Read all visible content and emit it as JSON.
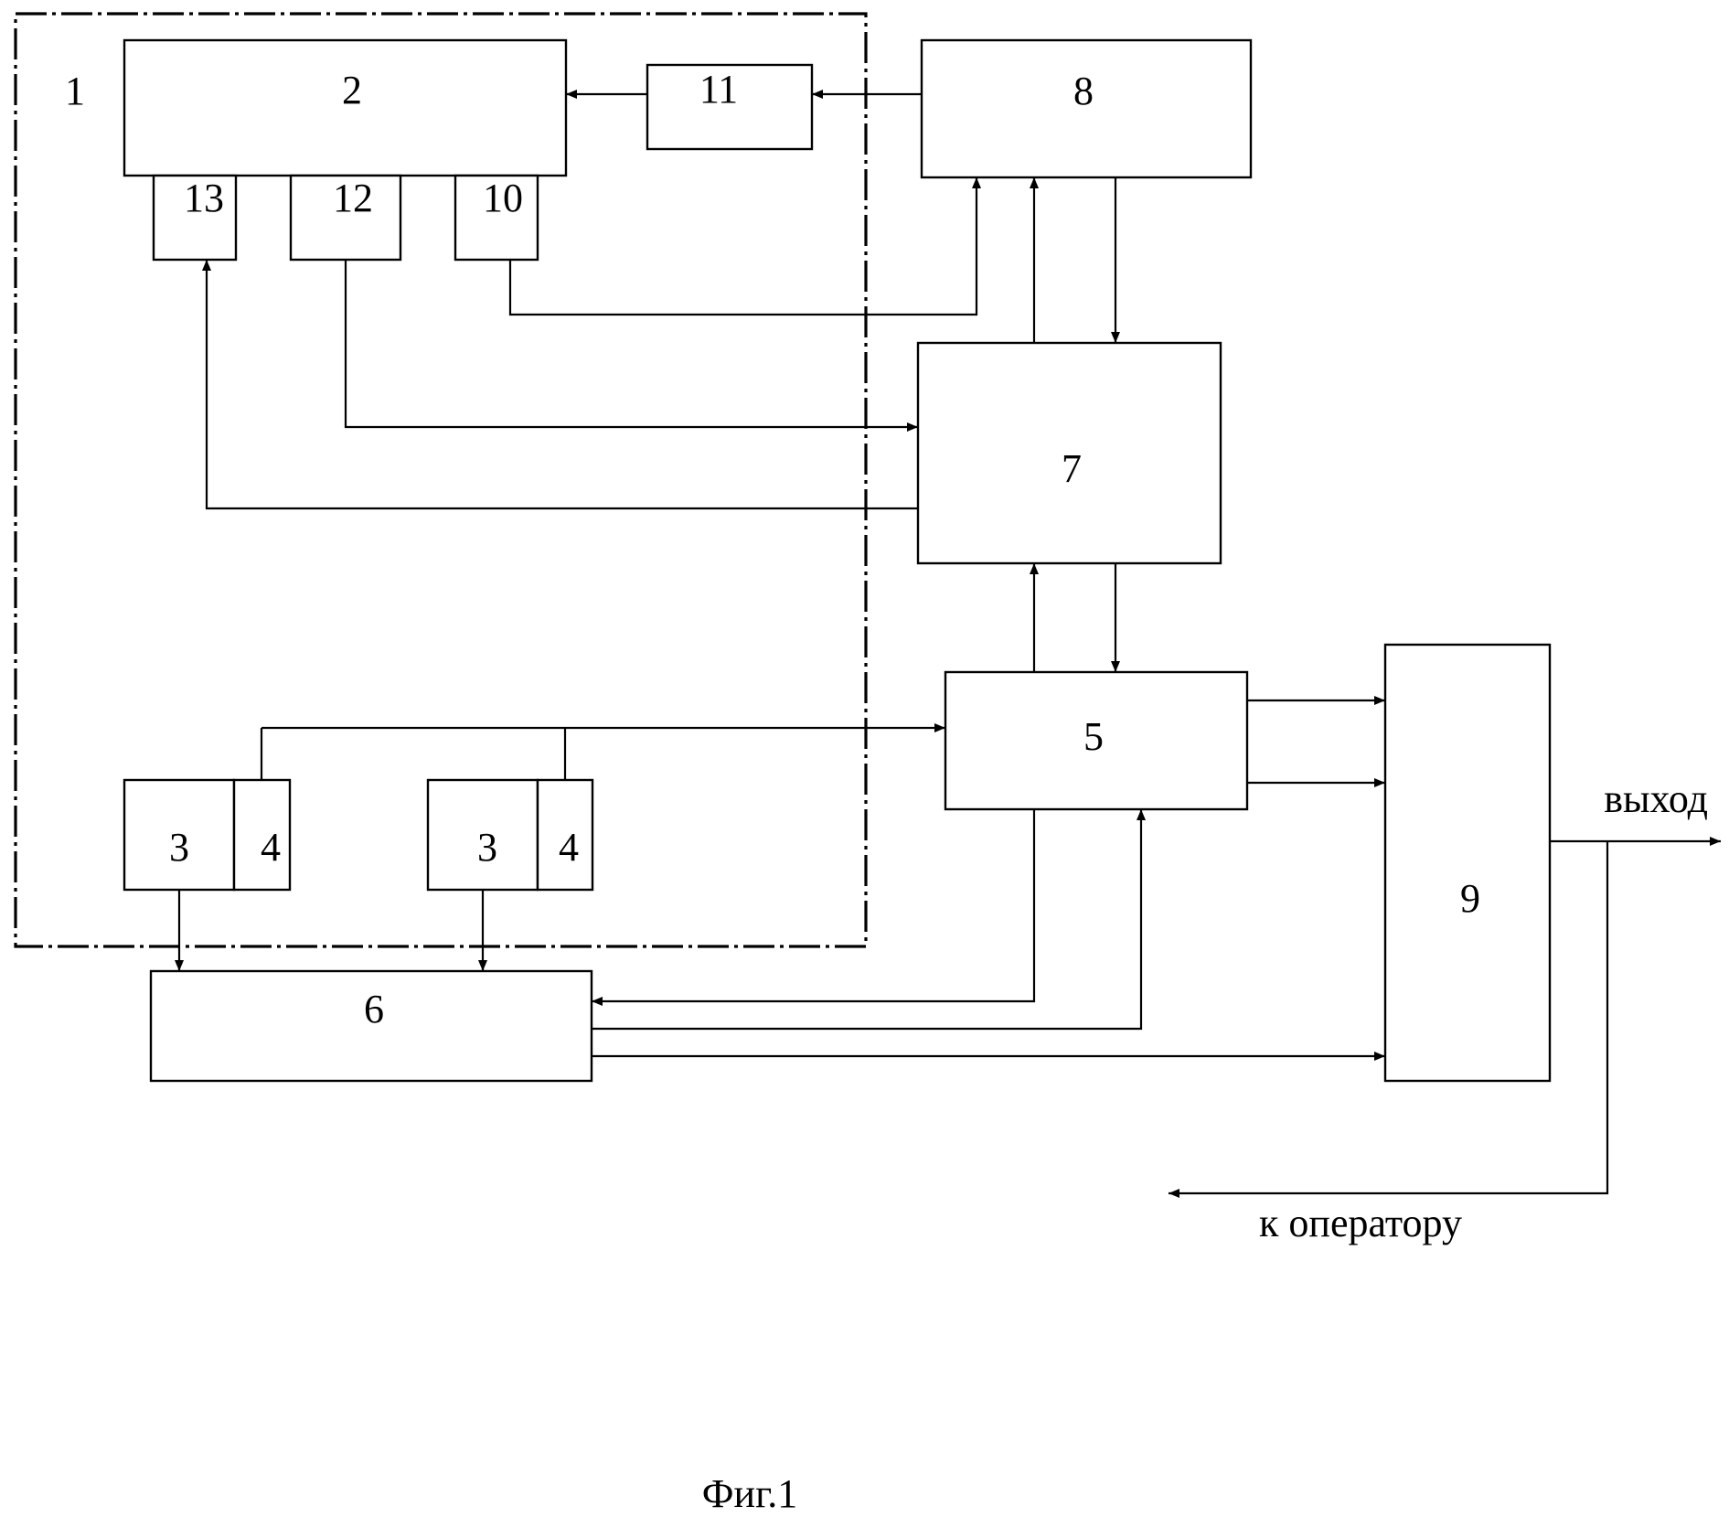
{
  "blocks": {
    "b1": "1",
    "b2": "2",
    "b3a": "3",
    "b4a": "4",
    "b3b": "3",
    "b4b": "4",
    "b5": "5",
    "b6": "6",
    "b7": "7",
    "b8": "8",
    "b9": "9",
    "b10": "10",
    "b11": "11",
    "b12": "12",
    "b13": "13"
  },
  "labels": {
    "output": "выход",
    "to_operator": "к оператору",
    "figure_caption": "Фиг.1"
  }
}
